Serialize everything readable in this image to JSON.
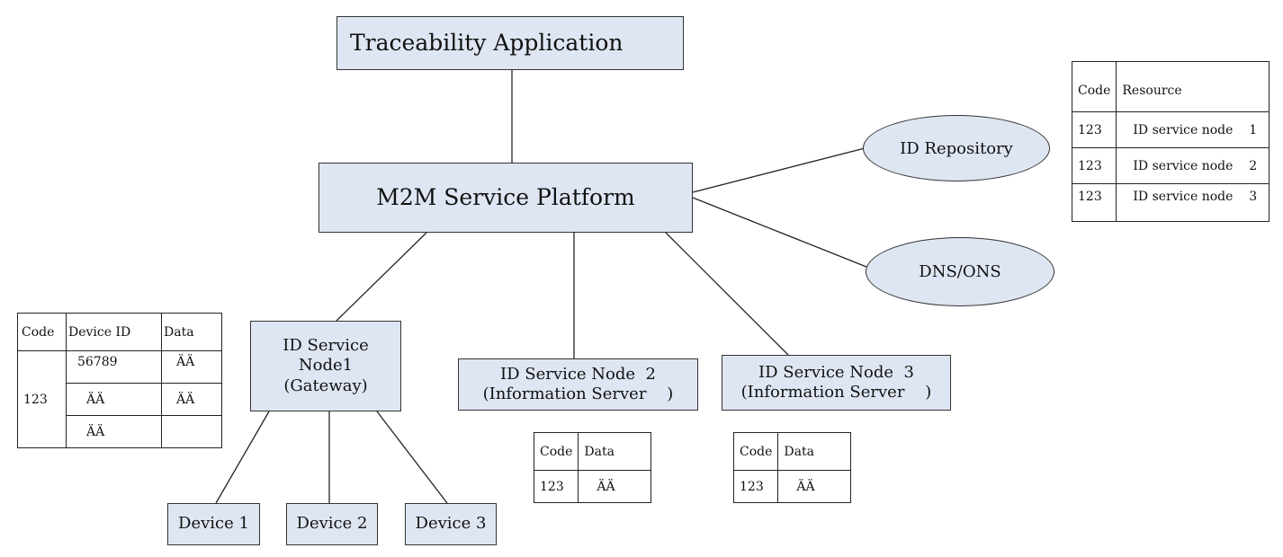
{
  "nodes": {
    "traceability_app": "Traceability Application",
    "m2m_platform": "M2M Service Platform",
    "id_repository": "ID Repository",
    "dns_ons": "DNS/ONS",
    "id_node_1": [
      "ID Service",
      "Node1",
      "(Gateway)"
    ],
    "id_node_2": [
      "ID Service Node  2",
      "(Information Server    )"
    ],
    "id_node_3": [
      "ID Service Node  3",
      "(Information Server    )"
    ],
    "devices": [
      "Device 1",
      "Device 2",
      "Device 3"
    ]
  },
  "resource_table": {
    "headers": [
      "Code",
      "Resource"
    ],
    "rows": [
      [
        "123",
        "ID service node    1"
      ],
      [
        "123",
        "ID service node    2"
      ],
      [
        "123",
        "ID service node    3"
      ]
    ]
  },
  "gateway_table": {
    "headers": [
      "Code",
      "Device ID",
      "Data"
    ],
    "code": "123",
    "rows": [
      [
        "56789",
        "ÄÄ"
      ],
      [
        "ÄÄ",
        "ÄÄ"
      ],
      [
        "ÄÄ",
        ""
      ]
    ]
  },
  "server2_table": {
    "headers": [
      "Code",
      "Data"
    ],
    "rows": [
      [
        "123",
        "ÄÄ"
      ]
    ]
  },
  "server3_table": {
    "headers": [
      "Code",
      "Data"
    ],
    "rows": [
      [
        "123",
        "ÄÄ"
      ]
    ]
  }
}
